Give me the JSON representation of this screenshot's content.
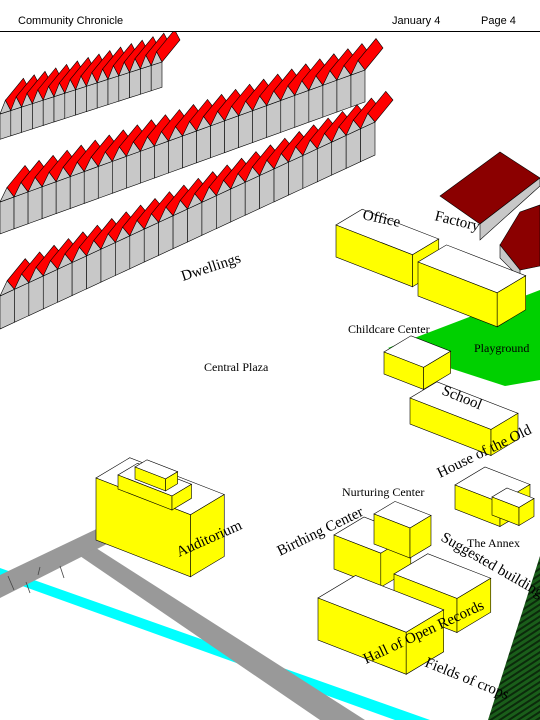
{
  "header": {
    "publication": "Community Chronicle",
    "date": "January 4",
    "page": "Page 4"
  },
  "colors": {
    "roof": "#ff0000",
    "house_wall": "#c8c8c8",
    "building_top": "#ffffff",
    "building_side": "#ffff00",
    "factory": "#8b0000",
    "playground": "#00d000",
    "road": "#999999",
    "river": "#00ffff",
    "fields": "#1a5e1a"
  },
  "labels": {
    "dwellings": "Dwellings",
    "office": "Office",
    "factory": "Factory",
    "childcare": "Childcare Center",
    "playground": "Playground",
    "central_plaza": "Central Plaza",
    "school": "School",
    "house_of_the_old": "House of the Old",
    "nurturing_center": "Nurturing Center",
    "auditorium": "Auditorium",
    "birthing_center": "Birthing Center",
    "the_annex": "The Annex",
    "suggested_building": "Suggested building",
    "hall_of_open_records": "Hall of Open Records",
    "fields_of_crops": "Fields of crops"
  }
}
